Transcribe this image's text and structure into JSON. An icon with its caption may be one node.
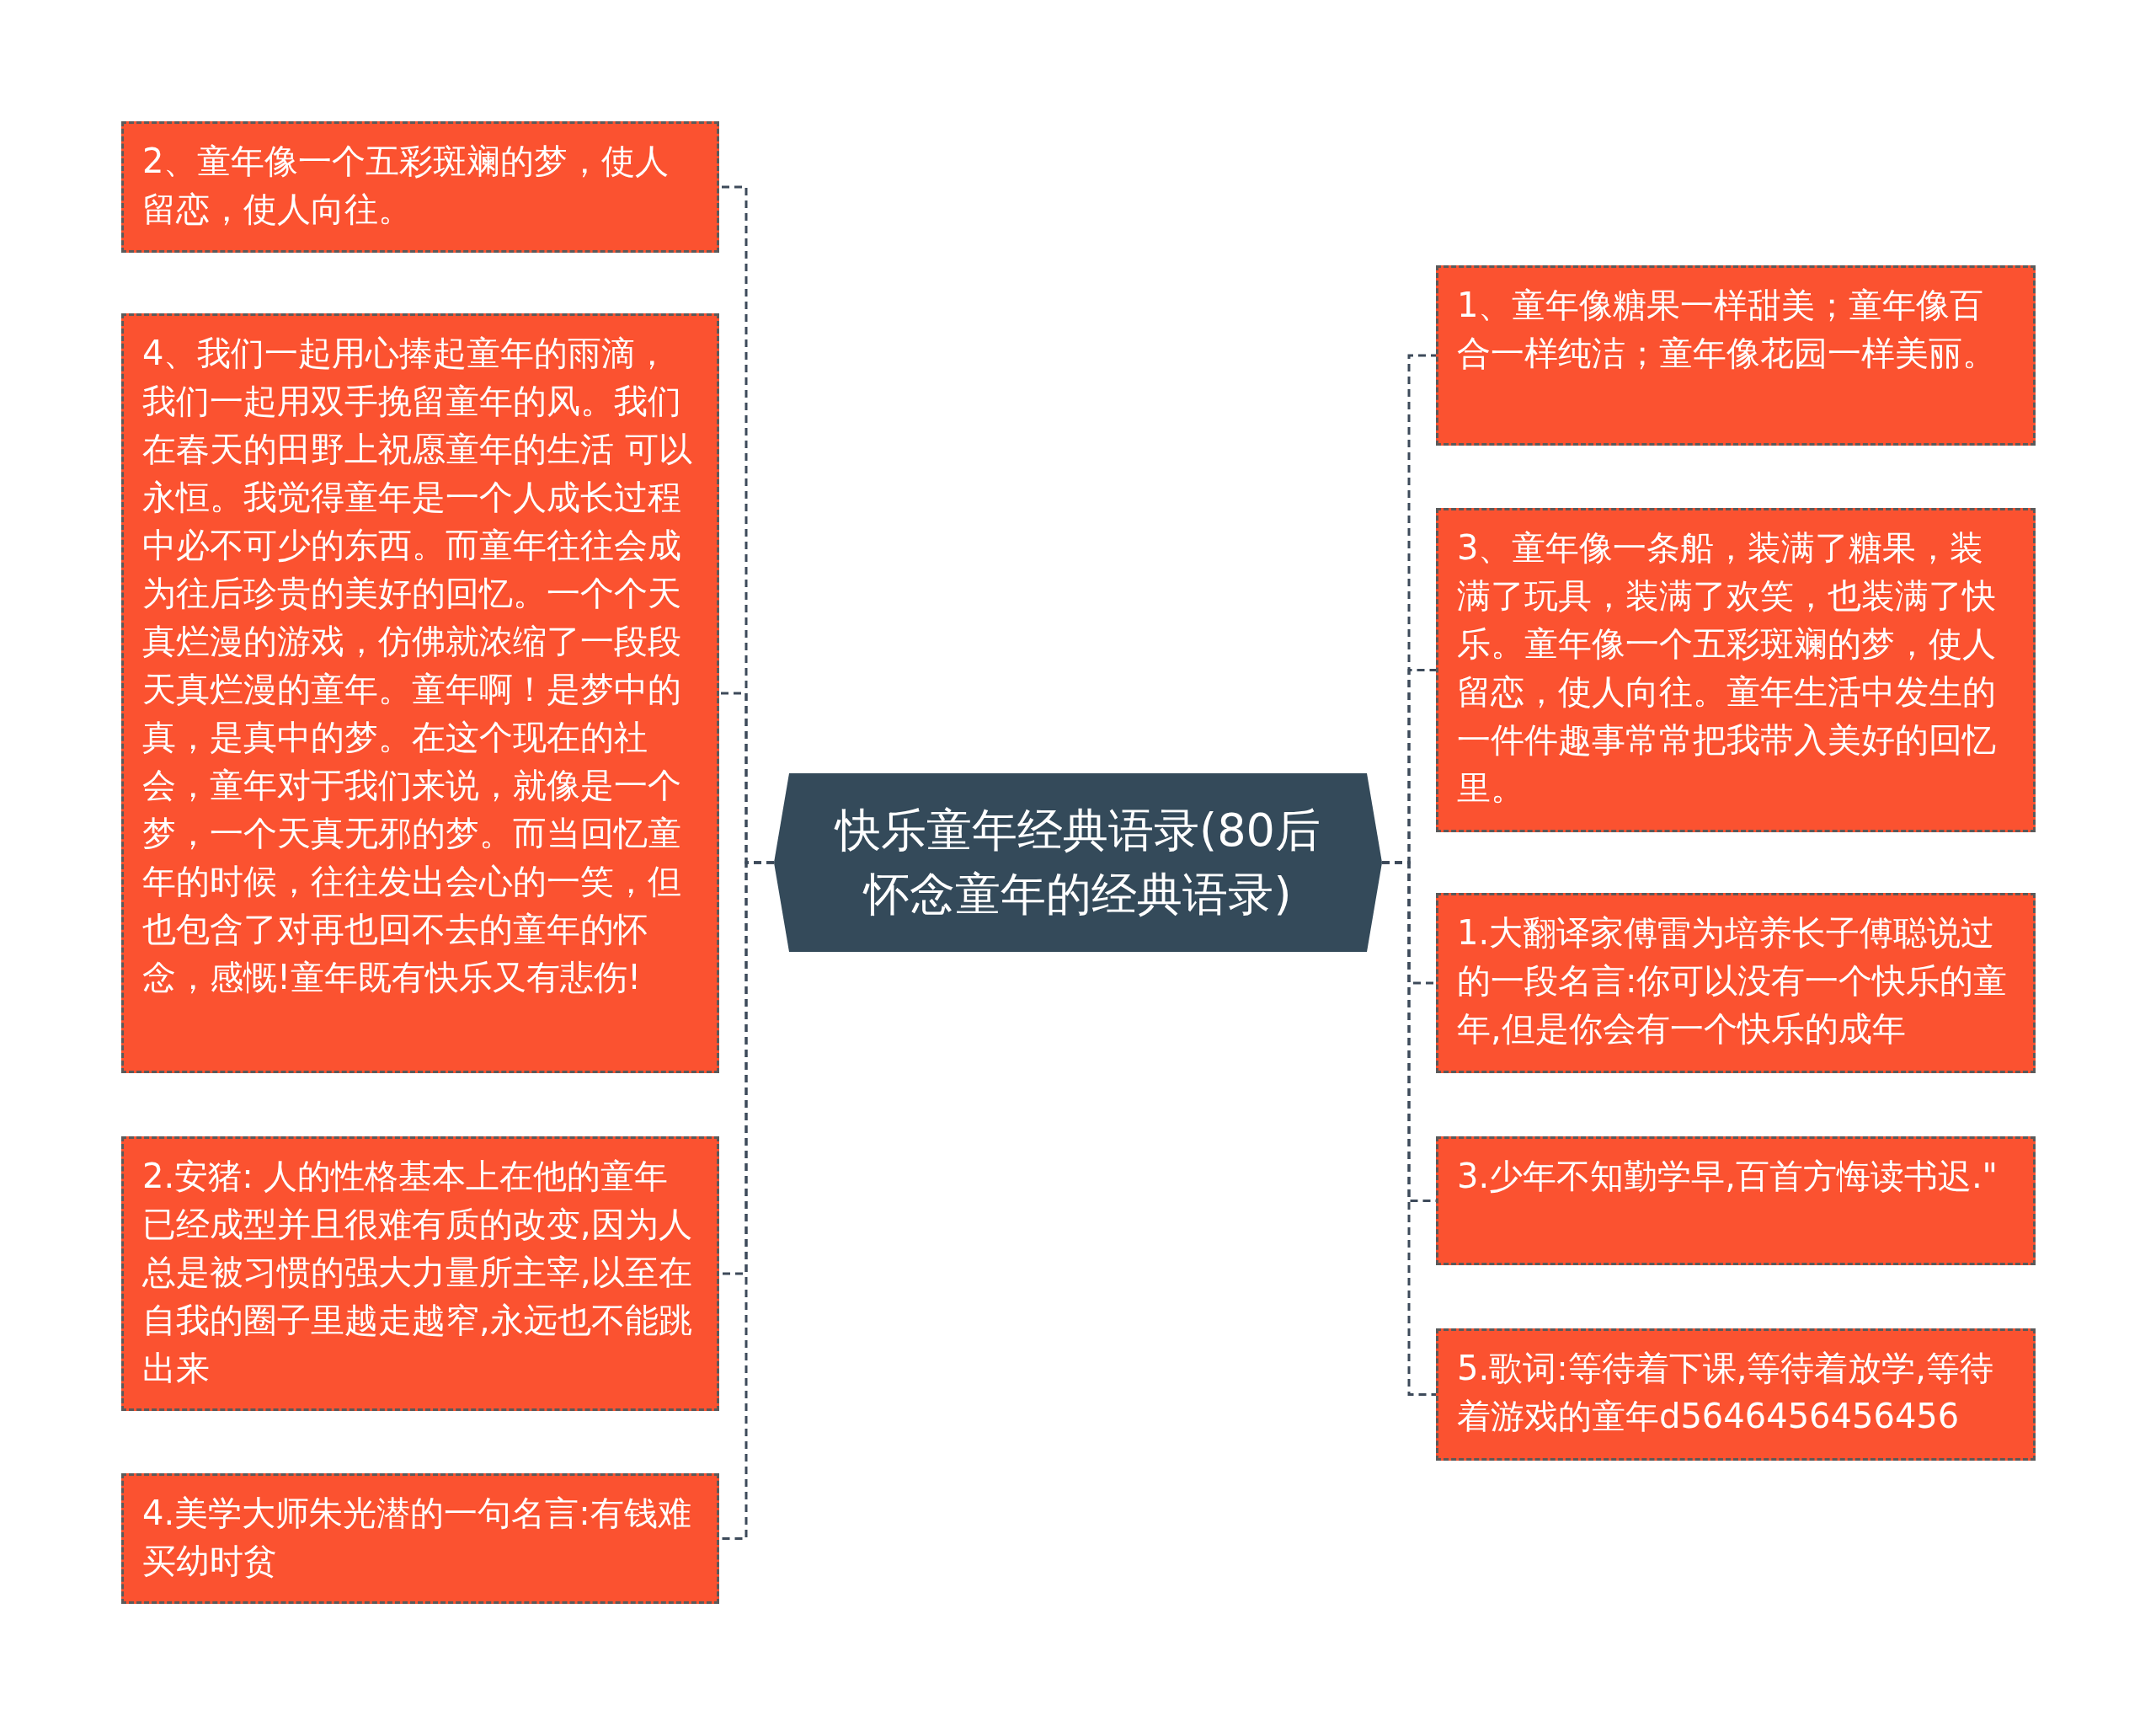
{
  "diagram": {
    "nodes": [
      {
        "text": [
          "快乐童年经典语录(80后怀念童年的经典语录)"
        ]
      },
      {
        "text": [
          "2、童年像一个五彩斑斓的梦，使人留恋，使人向往。"
        ]
      },
      {
        "text": [
          "4、我们一起用心捧起童年的雨滴，我们一起用双手挽留童年的风。我们在春天的田野上祝愿童年的生活 可以永恒。我觉得童年是一个人成长过程中必不可少的东西。而童年往往会成为往后珍贵的美好的回忆。一个个天真烂漫的游戏，仿佛就浓缩了一段段天真烂漫的童年。童年啊！是梦中的真，是真中的梦。在这个现在的社会，童年对于我们来说，就像是一个梦，一个天真无邪的梦。而当回忆童年的时候，往往发出会心的一笑，但也包含了对再也回不去的童年的怀念，感慨!童年既有快乐又有悲伤!"
        ]
      },
      {
        "text": [
          "2.安猪: 人的性格基本上在他的童年已经成型并且很难有质的改变,因为人总是被习惯的强大力量所主宰,以至在自我的圈子里越走越窄,永远也不能跳出来"
        ]
      },
      {
        "text": [
          "4.美学大师朱光潜的一句名言:有钱难买幼时贫"
        ]
      },
      {
        "text": [
          "1、童年像糖果一样甜美；童年像百合一样纯洁；童年像花园一样美丽。"
        ]
      },
      {
        "text": [
          "3、童年像一条船，装满了糖果，装满了玩具，装满了欢笑，也装满了快乐。童年像一个五彩斑斓的梦，使人留恋，使人向往。童年生活中发生的一件件趣事常常把我带入美好的回忆里。"
        ]
      },
      {
        "text": [
          "1.大翻译家傅雷为培养长子傅聪说过的一段名言:你可以没有一个快乐的童年,但是你会有一个快乐的成年"
        ]
      },
      {
        "text": [
          "3.少年不知勤学早,百首方悔读书迟.\""
        ]
      },
      {
        "text": [
          "5.歌词:等待着下课,等待着放学,等待着游戏的童年d5646456456456"
        ]
      }
    ],
    "edges": [
      {
        "from": 0,
        "to": 1,
        "arrow": "none",
        "style": "dashed"
      },
      {
        "from": 0,
        "to": 2,
        "arrow": "none",
        "style": "dashed"
      },
      {
        "from": 0,
        "to": 3,
        "arrow": "none",
        "style": "dashed"
      },
      {
        "from": 0,
        "to": 4,
        "arrow": "none",
        "style": "dashed"
      },
      {
        "from": 0,
        "to": 5,
        "arrow": "none",
        "style": "dashed"
      },
      {
        "from": 0,
        "to": 6,
        "arrow": "none",
        "style": "dashed"
      },
      {
        "from": 0,
        "to": 7,
        "arrow": "none",
        "style": "dashed"
      },
      {
        "from": 0,
        "to": 8,
        "arrow": "none",
        "style": "dashed"
      },
      {
        "from": 0,
        "to": 9,
        "arrow": "none",
        "style": "dashed"
      }
    ]
  }
}
